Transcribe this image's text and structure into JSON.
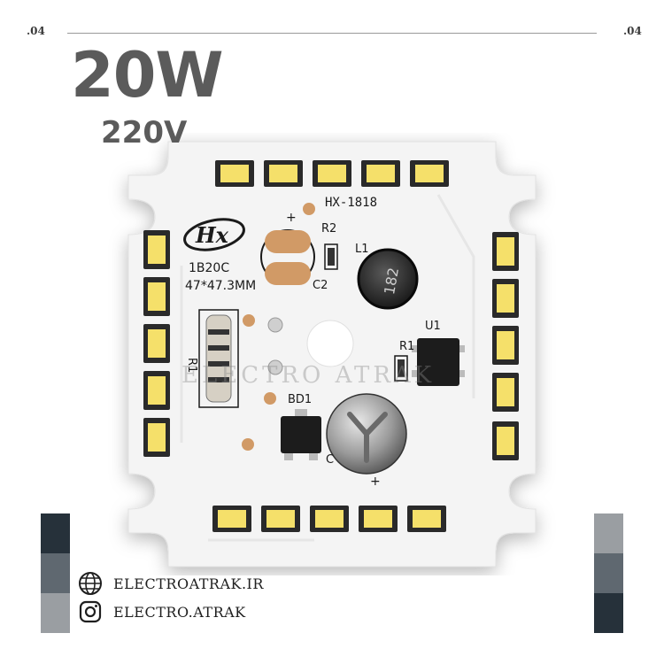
{
  "header": {
    "left_label": ".04",
    "right_label": ".04"
  },
  "product": {
    "wattage": "20W",
    "voltage": "220V"
  },
  "board": {
    "model": "HX-1818",
    "spec_code": "1B20C",
    "size": "47*47.3MM",
    "brand_mark": "Hx",
    "labels": {
      "r2": "R2",
      "c2": "C2",
      "l1": "L1",
      "u1": "U1",
      "r1": "R1",
      "bd1": "BD1",
      "rt": "R1",
      "c1": "C",
      "plus_top": "+",
      "plus_bottom": "+",
      "inductor_text": "182",
      "watermark": "ELECTRO ATRAK"
    },
    "colors": {
      "pcb": "#f4f4f4",
      "led": "#f5e06a",
      "led_frame": "#2a2a2a",
      "pad": "#d19a66",
      "chip": "#1c1c1c"
    }
  },
  "swatches": {
    "left": [
      "#26313a",
      "#5f6870",
      "#9a9ea2"
    ],
    "right": [
      "#9a9ea2",
      "#5f6870",
      "#26313a"
    ]
  },
  "footer": {
    "website": "ELECTROATRAK.IR",
    "instagram": "ELECTRO.ATRAK",
    "icons": [
      "globe-icon",
      "instagram-icon"
    ]
  }
}
